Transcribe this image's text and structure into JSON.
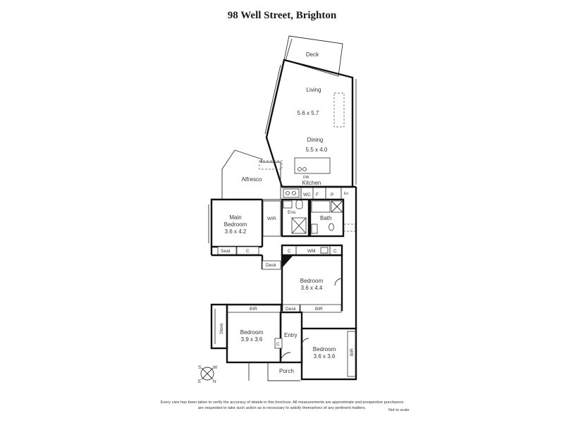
{
  "title": "98 Well Street, Brighton",
  "rooms": {
    "deck": "Deck",
    "living": "Living",
    "living_size": "5.6 x 5.7",
    "dining": "Dining",
    "dining_size": "5.5 x 4.0",
    "kitchen": "Kitchen",
    "dw": "DW",
    "alfresco": "Alfresco",
    "main_bedroom": "Main",
    "main_bedroom_2": "Bedroom",
    "main_bedroom_size": "3.6 x 4.2",
    "wir": "WIR",
    "ens": "Ens",
    "bath": "Bath",
    "wc": "WC",
    "f": "F",
    "p": "P",
    "en": "En",
    "seat": "Seat",
    "c": "C",
    "desk": "Desk",
    "wm": "WM",
    "bedroom": "Bedroom",
    "bedroom2_size": "3.6 x 4.4",
    "bir": "BIR",
    "store": "Store",
    "bedroom3_size": "3.9 x 3.6",
    "entry": "Entry",
    "bedroom4_size": "3.6 x 3.6",
    "porch": "Porch"
  },
  "compass": {
    "s": "S",
    "w": "W",
    "e": "E",
    "n": "N"
  },
  "disclaimer_line1": "Every care has been taken to verify the accuracy of details in this brochure.  All measurements are approximate and prospective purchasers",
  "disclaimer_line2": "are requested to take such action as is necessary to satisfy themselves of any pertinent matters.",
  "not_to_scale": "Not to scale"
}
